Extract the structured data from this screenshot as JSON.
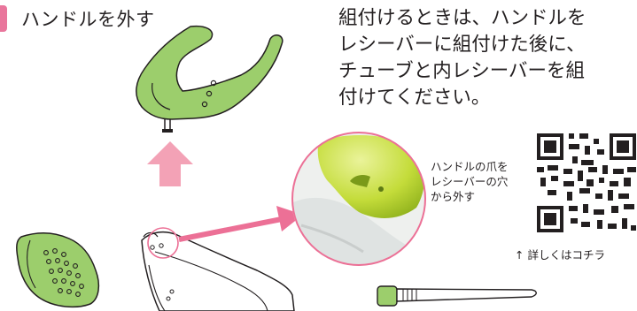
{
  "step": {
    "title": "ハンドルを外す",
    "marker_color": "#e9769c"
  },
  "instruction_lines": [
    "組付けるときは、ハンドルを",
    "レシーバーに組付けた後に、",
    "チューブと内レシーバーを組",
    "付けてください。"
  ],
  "callout_lines": [
    "ハンドルの爪を",
    "レシーバーの穴",
    "から外す"
  ],
  "qr": {
    "caption": "↑ 詳しくはコチラ"
  },
  "colors": {
    "part_green": "#9cce6c",
    "accent_pink": "#ec7096",
    "arrow_pink": "#f3a2b6",
    "outline": "#231f20"
  },
  "icons": [
    "handle-part-icon",
    "grip-part-icon",
    "receiver-part-icon",
    "tube-part-icon",
    "detail-photo-icon",
    "up-arrow-icon",
    "pointer-arrow-icon",
    "qr-code-icon"
  ]
}
